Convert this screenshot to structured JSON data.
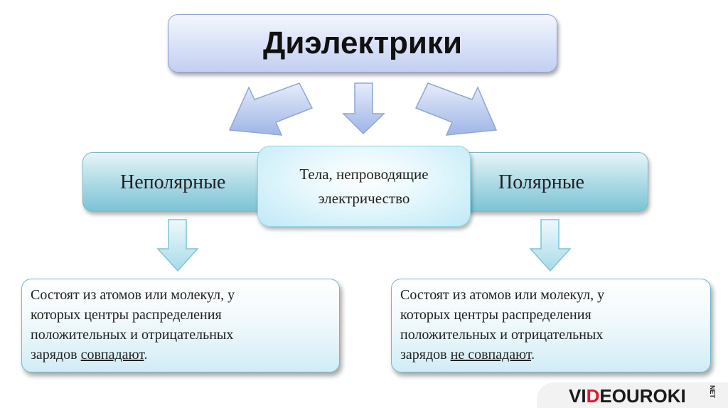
{
  "title": "Диэлектрики",
  "categories": {
    "left": "Неполярные",
    "right": "Полярные"
  },
  "center": {
    "line1": "Тела, непроводящие",
    "line2": "электричество"
  },
  "desc_left": {
    "line1": "Состоят из атомов или молекул, у",
    "line2": "которых центры распределения",
    "line3": "положительных и отрицательных",
    "line4_prefix": "зарядов ",
    "line4_underlined": "совпадают",
    "line4_suffix": "."
  },
  "desc_right": {
    "line1": "Состоят из атомов или молекул, у",
    "line2": "которых центры распределения",
    "line3": "положительных и отрицательных",
    "line4_prefix": "зарядов ",
    "line4_underlined": "не совпадают",
    "line4_suffix": "."
  },
  "logo": {
    "part1": "VI",
    "part2": "D",
    "part3": "EOUROKI",
    "net": "NET"
  },
  "colors": {
    "arrow_blue": "#aac0ea",
    "arrow_teal": "#bfe8f1",
    "logo_red": "#e3162b"
  }
}
